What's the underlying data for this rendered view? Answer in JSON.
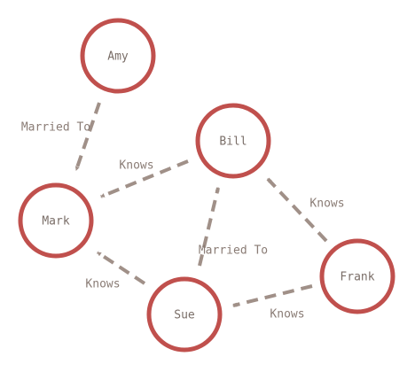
{
  "colors": {
    "node_stroke": "#c0504d",
    "node_label": "#7a6e68",
    "edge": "#a09088",
    "edge_label": "#8a7c75"
  },
  "nodes": {
    "amy": "Amy",
    "bill": "Bill",
    "mark": "Mark",
    "sue": "Sue",
    "frank": "Frank"
  },
  "edges": {
    "amy_mark": "Married To",
    "bill_mark": "Knows",
    "sue_bill": "Married To",
    "sue_mark": "Knows",
    "frank_bill": "Knows",
    "frank_sue": "Knows"
  }
}
